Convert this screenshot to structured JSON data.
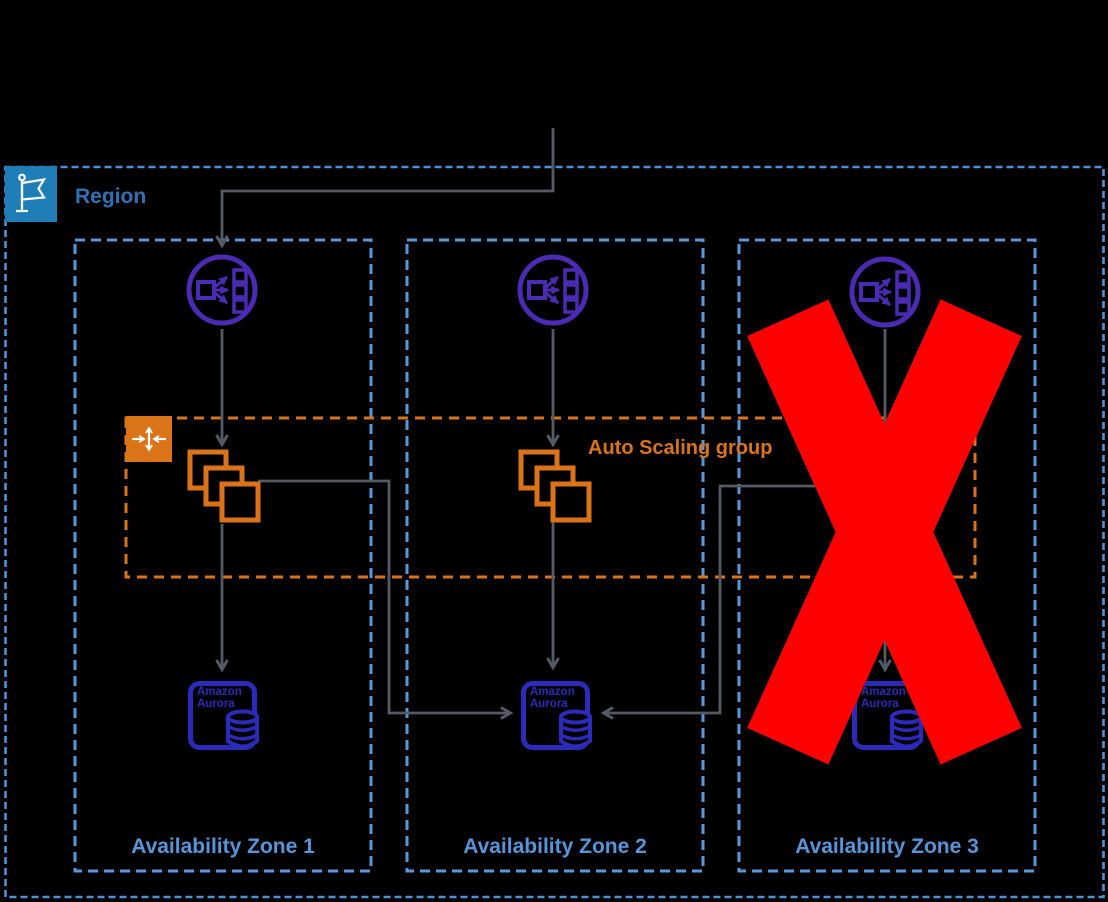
{
  "diagram": {
    "region": {
      "label": "Region"
    },
    "availability_zones": [
      {
        "label": "Availability Zone 1"
      },
      {
        "label": "Availability Zone 2"
      },
      {
        "label": "Availability Zone 3"
      }
    ],
    "auto_scaling_group": {
      "label": "Auto Scaling group"
    },
    "aurora": {
      "line1": "Amazon",
      "line2": "Aurora"
    }
  },
  "icons": {
    "region": "flag-icon",
    "load_balancer": "elastic-load-balancing-icon",
    "compute": "ec2-instances-icon",
    "auto_scaling": "auto-scaling-group-icon",
    "database": "amazon-aurora-database-icon",
    "failure": "red-x-failure-icon"
  },
  "colors": {
    "background": "#000000",
    "region_border": "#4C92D6",
    "region_label": "#2E73B8",
    "flag_background": "#1F7DB8",
    "az_border": "#5598DC",
    "az_label": "#5596DB",
    "auto_scaling_orange": "#DB7419",
    "connector_gray": "#545B64",
    "load_balancer_purple": "#4B2BB3",
    "aurora_blue": "#2B2BBA",
    "failure_red": "#FF0000"
  }
}
